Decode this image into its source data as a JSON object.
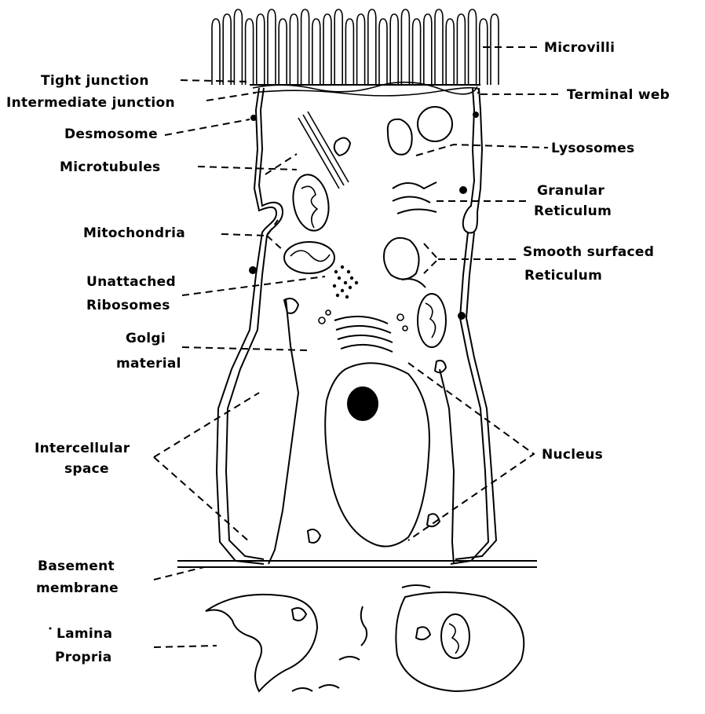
{
  "labels": {
    "microvilli": "Microvilli",
    "tight_junction": "Tight junction",
    "intermediate_junction": "Intermediate junction",
    "terminal_web": "Terminal web",
    "desmosome": "Desmosome",
    "lysosomes": "Lysosomes",
    "microtubules": "Microtubules",
    "granular": "Granular",
    "granular_reticulum": "Reticulum",
    "mitochondria": "Mitochondria",
    "smooth_surfaced": "Smooth surfaced",
    "smooth_reticulum": "Reticulum",
    "unattached": "Unattached",
    "ribosomes": "Ribosomes",
    "golgi": "Golgi",
    "golgi_material": "material",
    "intercellular": "Intercellular",
    "intercellular_space": "space",
    "nucleus": "Nucleus",
    "basement": "Basement",
    "basement_membrane": "membrane",
    "lamina": "Lamina",
    "lamina_propria": "Propria"
  }
}
